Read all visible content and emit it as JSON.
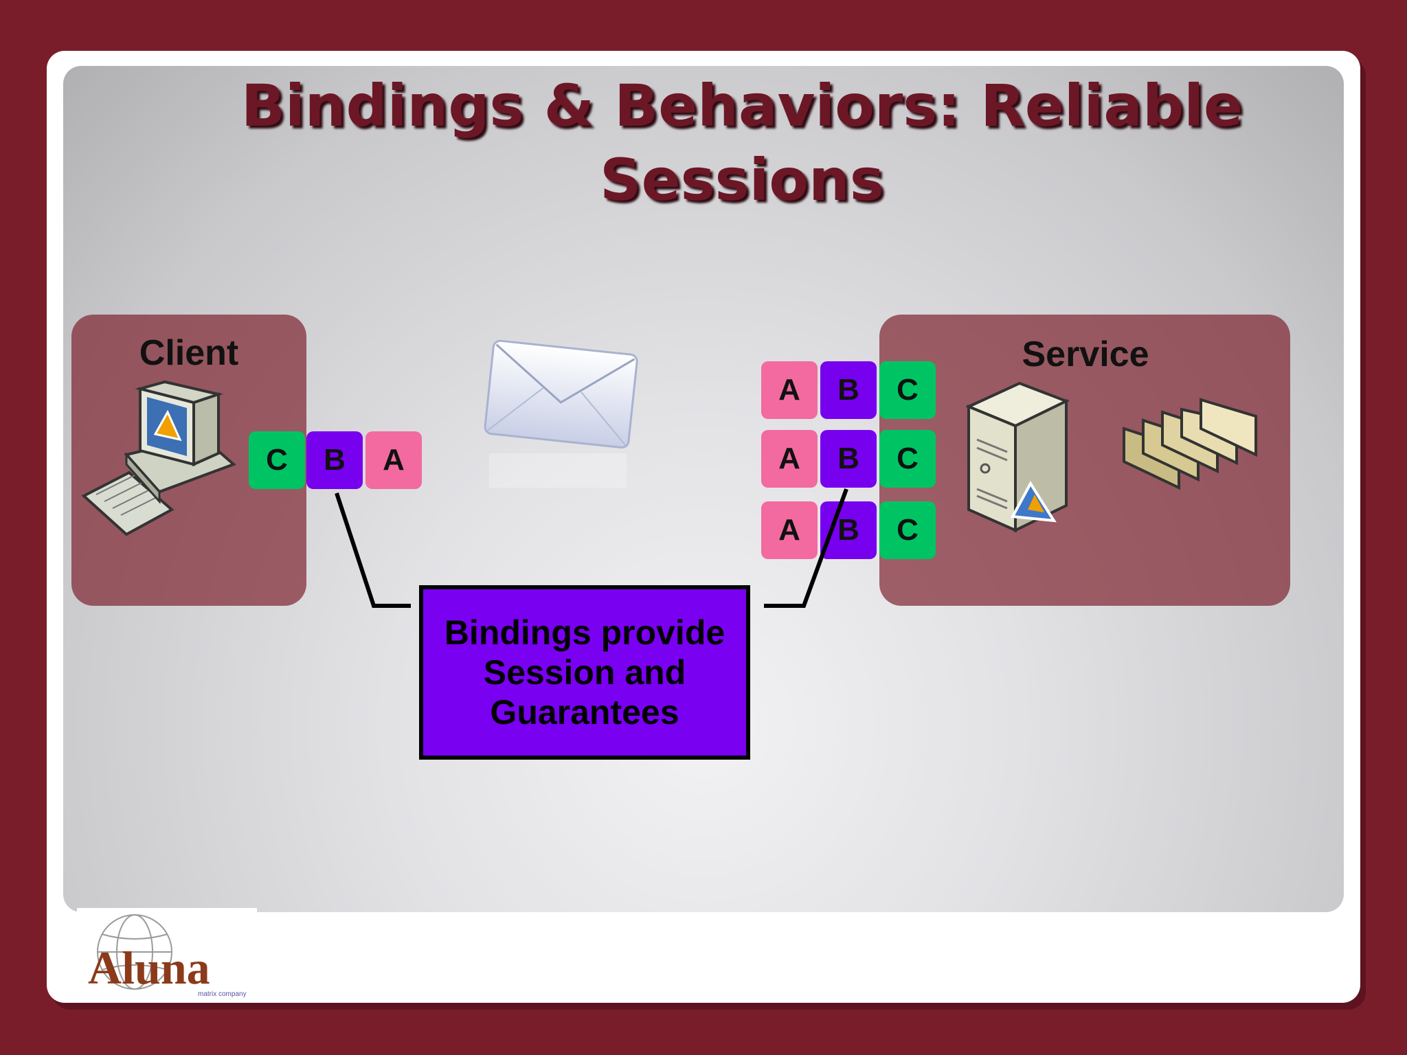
{
  "slide": {
    "title_line1": "Bindings & Behaviors: Reliable",
    "title_line2": "Sessions"
  },
  "client": {
    "label": "Client",
    "messages": [
      "C",
      "B",
      "A"
    ]
  },
  "service": {
    "label": "Service",
    "queue_rows": [
      [
        "A",
        "B",
        "C"
      ],
      [
        "A",
        "B",
        "C"
      ],
      [
        "A",
        "B",
        "C"
      ]
    ]
  },
  "callout": {
    "line1": "Bindings provide",
    "line2": "Session and",
    "line3": "Guarantees"
  },
  "logo": {
    "brand": "Aluna",
    "tagline": "matrix company"
  },
  "colors": {
    "background": "#7a1d2a",
    "message_a": "#f26aa0",
    "message_b": "#7700ee",
    "message_c": "#00c464",
    "callout_fill": "#7a00f2",
    "title": "#6b1726"
  },
  "icons": [
    "computer-icon",
    "envelope-icon",
    "server-icon",
    "folders-icon",
    "globe-logo-icon"
  ]
}
